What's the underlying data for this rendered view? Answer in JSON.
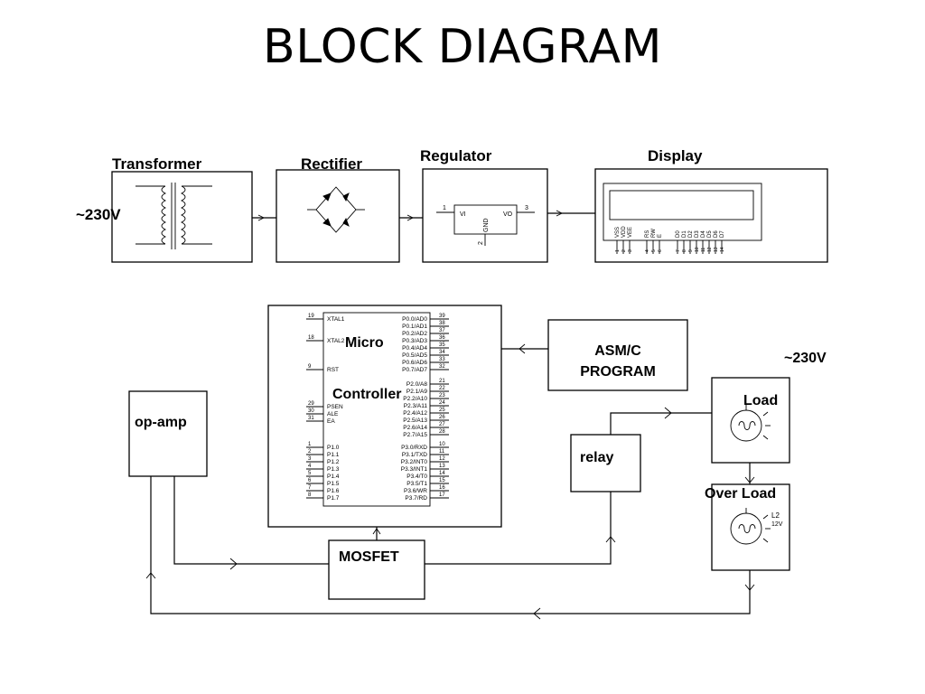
{
  "title": "BLOCK DIAGRAM",
  "blocks": {
    "transformer": "Transformer",
    "rectifier": "Rectifier",
    "regulator": "Regulator",
    "display": "Display",
    "micro": "Micro",
    "controller": "Controller",
    "asm_line1": "ASM/C",
    "asm_line2": "PROGRAM",
    "opamp": "op-amp",
    "relay": "relay",
    "mosfet": "MOSFET",
    "load": "Load",
    "overload": "Over Load"
  },
  "supply": {
    "input_top": "~230V",
    "input_right": "~230V"
  },
  "regulator_pins": {
    "vi": "VI",
    "vo": "VO",
    "gnd": "GND",
    "p1": "1",
    "p2": "2",
    "p3": "3"
  },
  "lamp2": {
    "name": "L2",
    "rating": "12V"
  },
  "lcd_pins": [
    {
      "n": "1",
      "s": "VSS"
    },
    {
      "n": "2",
      "s": "VDD"
    },
    {
      "n": "3",
      "s": "VEE"
    },
    {
      "n": "4",
      "s": "RS"
    },
    {
      "n": "5",
      "s": "RW"
    },
    {
      "n": "6",
      "s": "E"
    },
    {
      "n": "7",
      "s": "D0"
    },
    {
      "n": "8",
      "s": "D1"
    },
    {
      "n": "9",
      "s": "D2"
    },
    {
      "n": "10",
      "s": "D3"
    },
    {
      "n": "11",
      "s": "D4"
    },
    {
      "n": "12",
      "s": "D5"
    },
    {
      "n": "13",
      "s": "D6"
    },
    {
      "n": "14",
      "s": "D7"
    }
  ],
  "mcu_left_pins": [
    {
      "n": "19",
      "s": "XTAL1"
    },
    {
      "n": "18",
      "s": "XTAL2"
    },
    {
      "n": "9",
      "s": "RST"
    },
    {
      "n": "29",
      "s": "PSEN"
    },
    {
      "n": "30",
      "s": "ALE"
    },
    {
      "n": "31",
      "s": "EA"
    },
    {
      "n": "1",
      "s": "P1.0"
    },
    {
      "n": "2",
      "s": "P1.1"
    },
    {
      "n": "3",
      "s": "P1.2"
    },
    {
      "n": "4",
      "s": "P1.3"
    },
    {
      "n": "5",
      "s": "P1.4"
    },
    {
      "n": "6",
      "s": "P1.5"
    },
    {
      "n": "7",
      "s": "P1.6"
    },
    {
      "n": "8",
      "s": "P1.7"
    }
  ],
  "mcu_right_pins": [
    {
      "n": "39",
      "s": "P0.0/AD0"
    },
    {
      "n": "38",
      "s": "P0.1/AD1"
    },
    {
      "n": "37",
      "s": "P0.2/AD2"
    },
    {
      "n": "36",
      "s": "P0.3/AD3"
    },
    {
      "n": "35",
      "s": "P0.4/AD4"
    },
    {
      "n": "34",
      "s": "P0.5/AD5"
    },
    {
      "n": "33",
      "s": "P0.6/AD6"
    },
    {
      "n": "32",
      "s": "P0.7/AD7"
    },
    {
      "n": "21",
      "s": "P2.0/A8"
    },
    {
      "n": "22",
      "s": "P2.1/A9"
    },
    {
      "n": "23",
      "s": "P2.2/A10"
    },
    {
      "n": "24",
      "s": "P2.3/A11"
    },
    {
      "n": "25",
      "s": "P2.4/A12"
    },
    {
      "n": "26",
      "s": "P2.5/A13"
    },
    {
      "n": "27",
      "s": "P2.6/A14"
    },
    {
      "n": "28",
      "s": "P2.7/A15"
    },
    {
      "n": "10",
      "s": "P3.0/RXD"
    },
    {
      "n": "11",
      "s": "P3.1/TXD"
    },
    {
      "n": "12",
      "s": "P3.2/INT0"
    },
    {
      "n": "13",
      "s": "P3.3/INT1"
    },
    {
      "n": "14",
      "s": "P3.4/T0"
    },
    {
      "n": "15",
      "s": "P3.5/T1"
    },
    {
      "n": "16",
      "s": "P3.6/WR"
    },
    {
      "n": "17",
      "s": "P3.7/RD"
    }
  ]
}
